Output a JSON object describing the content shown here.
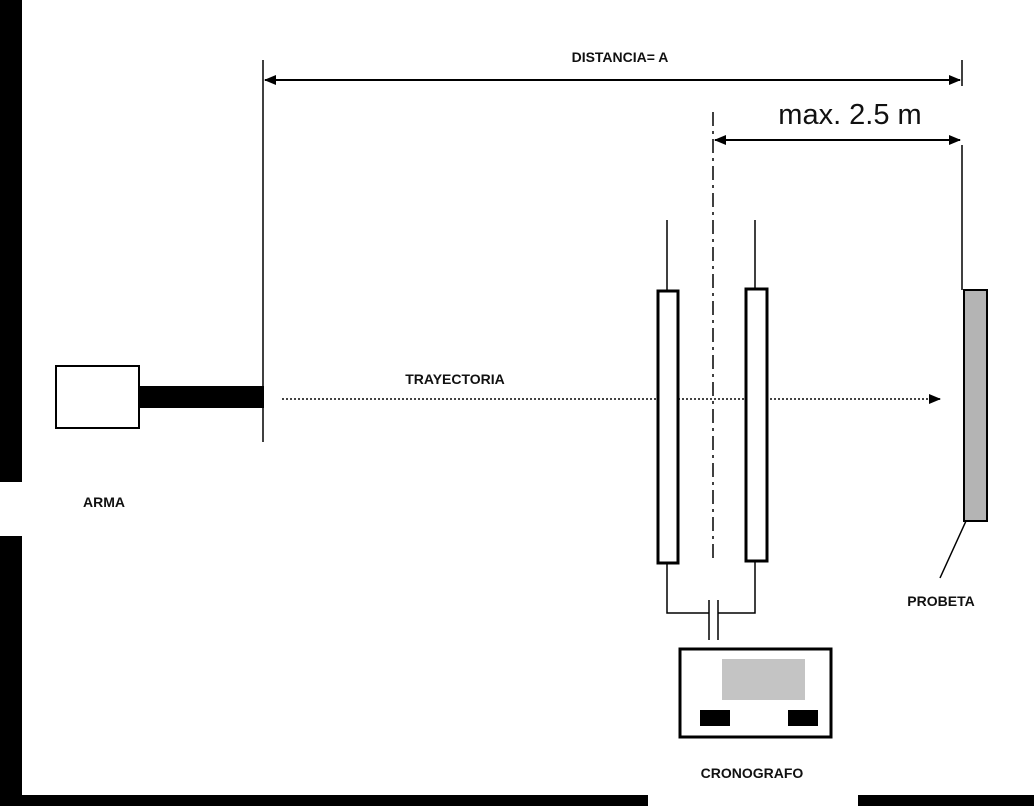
{
  "labels": {
    "distance": "DISTANCIA= A",
    "max_distance": "max. 2.5 m",
    "trajectory": "TRAYECTORIA",
    "weapon": "ARMA",
    "specimen": "PROBETA",
    "chronograph": "CRONOGRAFO"
  },
  "colors": {
    "ink": "#000000",
    "specimen_fill": "#b4b4b4",
    "display_fill": "#c4c4c4",
    "background": "#ffffff"
  }
}
